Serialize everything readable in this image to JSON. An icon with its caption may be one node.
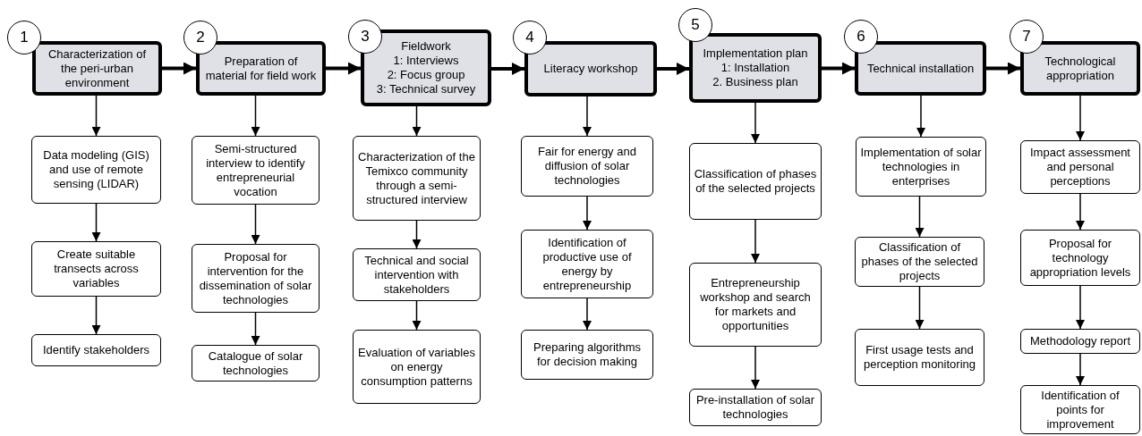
{
  "diagram": {
    "nodes": [
      {
        "text": [
          "1"
        ]
      },
      {
        "text": [
          "Characterization of the peri-urban environment"
        ]
      },
      {
        "text": [
          "Data modeling (GIS) and use of remote sensing (LIDAR)"
        ]
      },
      {
        "text": [
          "Create suitable transects across variables"
        ]
      },
      {
        "text": [
          "Identify stakeholders"
        ]
      },
      {
        "text": [
          "2"
        ]
      },
      {
        "text": [
          "Preparation of material for field work"
        ]
      },
      {
        "text": [
          "Semi-structured interview to identify entrepreneurial vocation"
        ]
      },
      {
        "text": [
          "Proposal for intervention for the dissemination of solar technologies"
        ]
      },
      {
        "text": [
          "Catalogue of solar technologies"
        ]
      },
      {
        "text": [
          "3"
        ]
      },
      {
        "text": [
          "Fieldwork",
          "1: Interviews",
          "2: Focus group",
          "3: Technical survey"
        ]
      },
      {
        "text": [
          "Characterization of the Temixco community through a semi-structured interview"
        ]
      },
      {
        "text": [
          "Technical and social intervention with stakeholders"
        ]
      },
      {
        "text": [
          "Evaluation of variables on energy consumption patterns"
        ]
      },
      {
        "text": [
          "4"
        ]
      },
      {
        "text": [
          "Literacy workshop"
        ]
      },
      {
        "text": [
          "Fair for energy and diffusion of solar technologies"
        ]
      },
      {
        "text": [
          "Identification of productive use of energy by entrepreneurship"
        ]
      },
      {
        "text": [
          "Preparing algorithms for decision making"
        ]
      },
      {
        "text": [
          "5"
        ]
      },
      {
        "text": [
          "Implementation plan",
          "1: Installation",
          "2. Business plan"
        ]
      },
      {
        "text": [
          "Classification of phases of the selected projects"
        ]
      },
      {
        "text": [
          "Entrepreneurship workshop and search for markets and opportunities"
        ]
      },
      {
        "text": [
          "Pre-installation of solar technologies"
        ]
      },
      {
        "text": [
          "6"
        ]
      },
      {
        "text": [
          "Technical installation"
        ]
      },
      {
        "text": [
          "Implementation of solar technologies in enterprises"
        ]
      },
      {
        "text": [
          "Classification of phases of the selected projects"
        ]
      },
      {
        "text": [
          "First usage tests and perception monitoring"
        ]
      },
      {
        "text": [
          "7"
        ]
      },
      {
        "text": [
          "Technological appropriation"
        ]
      },
      {
        "text": [
          "Impact assessment and personal perceptions"
        ]
      },
      {
        "text": [
          "Proposal for technology appropriation levels"
        ]
      },
      {
        "text": [
          "Methodology report"
        ]
      },
      {
        "text": [
          "Identification of points for improvement"
        ]
      }
    ],
    "edges": [
      {
        "from": 1,
        "to": 6,
        "arrow": "to",
        "style": "thick"
      },
      {
        "from": 6,
        "to": 11,
        "arrow": "to",
        "style": "thick"
      },
      {
        "from": 11,
        "to": 16,
        "arrow": "to",
        "style": "thick"
      },
      {
        "from": 16,
        "to": 21,
        "arrow": "to",
        "style": "thick"
      },
      {
        "from": 21,
        "to": 26,
        "arrow": "to",
        "style": "thick"
      },
      {
        "from": 26,
        "to": 31,
        "arrow": "to",
        "style": "thick"
      },
      {
        "from": 1,
        "to": 2,
        "arrow": "to"
      },
      {
        "from": 2,
        "to": 3,
        "arrow": "to"
      },
      {
        "from": 3,
        "to": 4,
        "arrow": "to"
      },
      {
        "from": 6,
        "to": 7,
        "arrow": "to"
      },
      {
        "from": 7,
        "to": 8,
        "arrow": "to"
      },
      {
        "from": 8,
        "to": 9,
        "arrow": "to"
      },
      {
        "from": 11,
        "to": 12,
        "arrow": "to"
      },
      {
        "from": 12,
        "to": 13,
        "arrow": "to"
      },
      {
        "from": 13,
        "to": 14,
        "arrow": "to"
      },
      {
        "from": 16,
        "to": 17,
        "arrow": "to"
      },
      {
        "from": 17,
        "to": 18,
        "arrow": "to"
      },
      {
        "from": 18,
        "to": 19,
        "arrow": "to"
      },
      {
        "from": 21,
        "to": 22,
        "arrow": "to"
      },
      {
        "from": 22,
        "to": 23,
        "arrow": "to"
      },
      {
        "from": 23,
        "to": 24,
        "arrow": "to"
      },
      {
        "from": 26,
        "to": 27,
        "arrow": "to"
      },
      {
        "from": 27,
        "to": 28,
        "arrow": "to"
      },
      {
        "from": 28,
        "to": 29,
        "arrow": "to"
      },
      {
        "from": 31,
        "to": 32,
        "arrow": "to"
      },
      {
        "from": 32,
        "to": 33,
        "arrow": "to"
      },
      {
        "from": 33,
        "to": 34,
        "arrow": "to"
      },
      {
        "from": 34,
        "to": 35,
        "arrow": "to"
      }
    ]
  }
}
